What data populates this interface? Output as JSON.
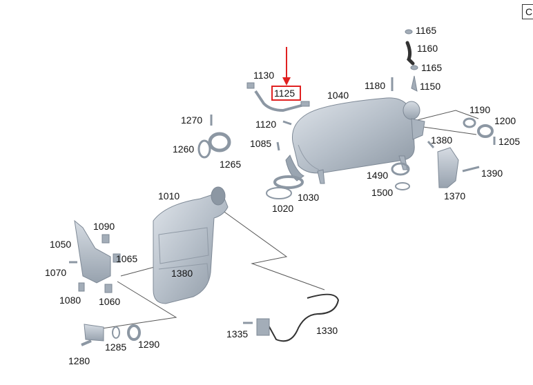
{
  "corner_label": "C",
  "highlight": {
    "part": "1125",
    "color": "#e02020"
  },
  "colors": {
    "part_fill": "#b9c2cc",
    "part_stroke": "#7d8895",
    "line": "#555555"
  },
  "labels": [
    "1165",
    "1160",
    "1165",
    "1150",
    "1180",
    "1130",
    "1125",
    "1040",
    "1190",
    "1200",
    "1205",
    "1270",
    "1120",
    "1260",
    "1085",
    "1265",
    "1380",
    "1490",
    "1390",
    "1500",
    "1030",
    "1020",
    "1370",
    "1010",
    "1090",
    "1050",
    "1065",
    "1070",
    "1380",
    "1080",
    "1060",
    "1330",
    "1335",
    "1285",
    "1290",
    "1280"
  ]
}
